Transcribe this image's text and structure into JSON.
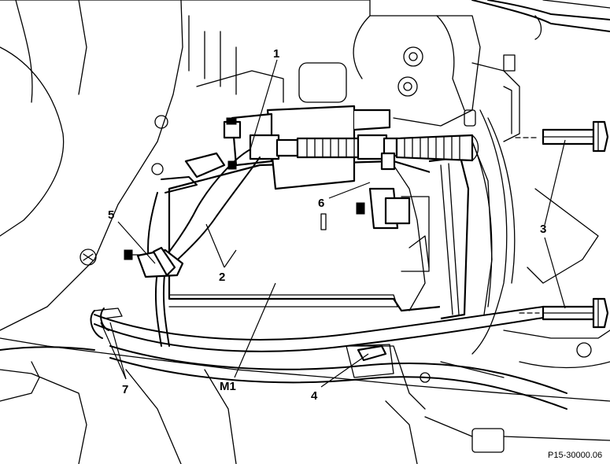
{
  "callouts": {
    "c1": "1",
    "c2": "2",
    "c3": "3",
    "c4": "4",
    "c5": "5",
    "c6": "6",
    "c7": "7",
    "m1": "M1"
  },
  "reference": "P15-30000.06"
}
